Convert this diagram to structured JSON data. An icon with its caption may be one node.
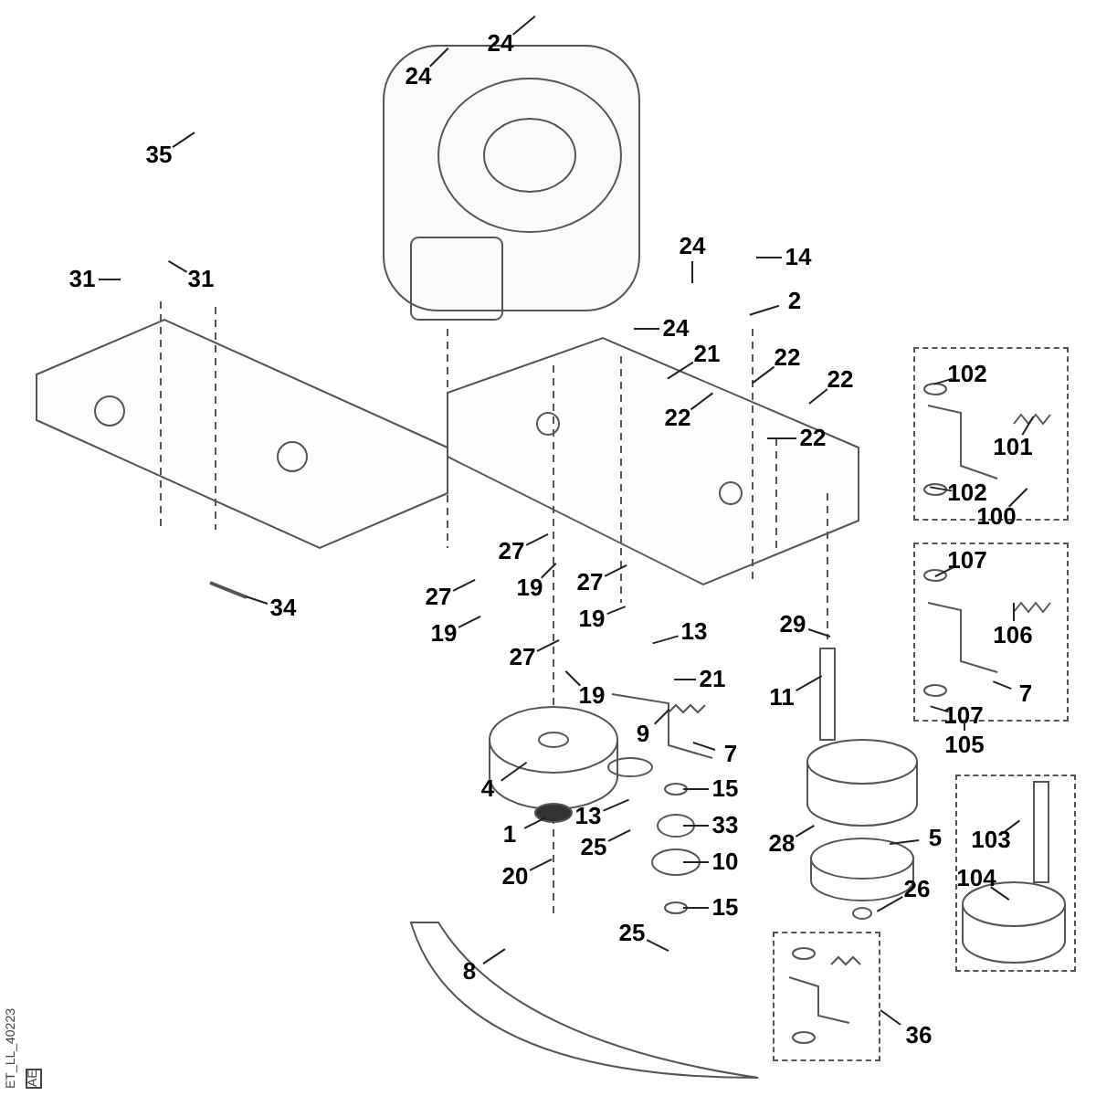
{
  "diagram": {
    "nodes": [
      {
        "text": [
          "24"
        ]
      },
      {
        "text": [
          "24"
        ]
      },
      {
        "text": [
          "35"
        ]
      },
      {
        "text": [
          "24"
        ]
      },
      {
        "text": [
          "14"
        ]
      },
      {
        "text": [
          "31"
        ]
      },
      {
        "text": [
          "31"
        ]
      },
      {
        "text": [
          "2"
        ]
      },
      {
        "text": [
          "24"
        ]
      },
      {
        "text": [
          "21"
        ]
      },
      {
        "text": [
          "22"
        ]
      },
      {
        "text": [
          "22"
        ]
      },
      {
        "text": [
          "22"
        ]
      },
      {
        "text": [
          "22"
        ]
      },
      {
        "text": [],
        "shape": "box"
      },
      {
        "text": [
          "102"
        ],
        "in": 14
      },
      {
        "text": [
          "101"
        ],
        "in": 14
      },
      {
        "text": [
          "102"
        ],
        "in": 14
      },
      {
        "text": [
          "100"
        ],
        "in": 14
      },
      {
        "text": [],
        "shape": "box"
      },
      {
        "text": [
          "107"
        ],
        "in": 19
      },
      {
        "text": [
          "106"
        ],
        "in": 19
      },
      {
        "text": [
          "7"
        ],
        "in": 19
      },
      {
        "text": [
          "107"
        ],
        "in": 19
      },
      {
        "text": [
          "105"
        ]
      },
      {
        "text": [
          "27"
        ]
      },
      {
        "text": [
          "19"
        ]
      },
      {
        "text": [
          "27"
        ]
      },
      {
        "text": [
          "19"
        ]
      },
      {
        "text": [
          "27"
        ]
      },
      {
        "text": [
          "19"
        ]
      },
      {
        "text": [
          "34"
        ]
      },
      {
        "text": [
          "29"
        ]
      },
      {
        "text": [
          "13"
        ]
      },
      {
        "text": [
          "27"
        ]
      },
      {
        "text": [
          "19"
        ]
      },
      {
        "text": [
          "21"
        ]
      },
      {
        "text": [
          "11"
        ]
      },
      {
        "text": [
          "9"
        ]
      },
      {
        "text": [
          "4"
        ]
      },
      {
        "text": [
          "7"
        ]
      },
      {
        "text": [
          "13"
        ]
      },
      {
        "text": [
          "15"
        ]
      },
      {
        "text": [
          "1"
        ]
      },
      {
        "text": [
          "25"
        ]
      },
      {
        "text": [
          "33"
        ]
      },
      {
        "text": [
          "20"
        ]
      },
      {
        "text": [
          "10"
        ]
      },
      {
        "text": [
          "28"
        ]
      },
      {
        "text": [
          "5"
        ]
      },
      {
        "text": [
          "15"
        ]
      },
      {
        "text": [
          "26"
        ]
      },
      {
        "text": [],
        "shape": "box"
      },
      {
        "text": [
          "103"
        ],
        "in": 52
      },
      {
        "text": [
          "104"
        ],
        "in": 52
      },
      {
        "text": [
          "25"
        ]
      },
      {
        "text": [
          "8"
        ]
      },
      {
        "text": [],
        "shape": "box"
      },
      {
        "text": [
          "36"
        ]
      }
    ],
    "edges": [
      {
        "from": 0,
        "to": null,
        "arrow": "none"
      },
      {
        "from": 1,
        "to": null,
        "arrow": "none"
      },
      {
        "from": 2,
        "to": null,
        "arrow": "none"
      },
      {
        "from": 3,
        "to": null,
        "arrow": "none"
      },
      {
        "from": 4,
        "to": null,
        "arrow": "none"
      },
      {
        "from": 5,
        "to": null,
        "arrow": "none"
      },
      {
        "from": 6,
        "to": null,
        "arrow": "none"
      },
      {
        "from": 7,
        "to": null,
        "arrow": "none"
      },
      {
        "from": 8,
        "to": null,
        "arrow": "none"
      },
      {
        "from": 9,
        "to": null,
        "arrow": "none"
      },
      {
        "from": 10,
        "to": null,
        "arrow": "none"
      },
      {
        "from": 11,
        "to": null,
        "arrow": "none"
      },
      {
        "from": 12,
        "to": null,
        "arrow": "none"
      },
      {
        "from": 13,
        "to": null,
        "arrow": "none"
      },
      {
        "from": 15,
        "to": null,
        "arrow": "none"
      },
      {
        "from": 16,
        "to": null,
        "arrow": "none"
      },
      {
        "from": 17,
        "to": null,
        "arrow": "none"
      },
      {
        "from": 18,
        "to": null,
        "arrow": "none"
      },
      {
        "from": 20,
        "to": null,
        "arrow": "none"
      },
      {
        "from": 21,
        "to": null,
        "arrow": "none"
      },
      {
        "from": 22,
        "to": null,
        "arrow": "none"
      },
      {
        "from": 23,
        "to": null,
        "arrow": "none"
      },
      {
        "from": 24,
        "to": 19,
        "arrow": "none"
      },
      {
        "from": 25,
        "to": null,
        "arrow": "none"
      },
      {
        "from": 26,
        "to": null,
        "arrow": "none"
      },
      {
        "from": 27,
        "to": null,
        "arrow": "none"
      },
      {
        "from": 28,
        "to": null,
        "arrow": "none"
      },
      {
        "from": 29,
        "to": null,
        "arrow": "none"
      },
      {
        "from": 30,
        "to": null,
        "arrow": "none"
      },
      {
        "from": 31,
        "to": null,
        "arrow": "none"
      },
      {
        "from": 32,
        "to": null,
        "arrow": "none"
      },
      {
        "from": 33,
        "to": null,
        "arrow": "none"
      },
      {
        "from": 34,
        "to": null,
        "arrow": "none"
      },
      {
        "from": 35,
        "to": null,
        "arrow": "none"
      },
      {
        "from": 36,
        "to": null,
        "arrow": "none"
      },
      {
        "from": 37,
        "to": null,
        "arrow": "none"
      },
      {
        "from": 38,
        "to": null,
        "arrow": "none"
      },
      {
        "from": 39,
        "to": null,
        "arrow": "none"
      },
      {
        "from": 40,
        "to": null,
        "arrow": "none"
      },
      {
        "from": 41,
        "to": null,
        "arrow": "none"
      },
      {
        "from": 42,
        "to": null,
        "arrow": "none"
      },
      {
        "from": 43,
        "to": null,
        "arrow": "none"
      },
      {
        "from": 44,
        "to": null,
        "arrow": "none"
      },
      {
        "from": 45,
        "to": null,
        "arrow": "none"
      },
      {
        "from": 46,
        "to": null,
        "arrow": "none"
      },
      {
        "from": 47,
        "to": null,
        "arrow": "none"
      },
      {
        "from": 48,
        "to": null,
        "arrow": "none"
      },
      {
        "from": 49,
        "to": null,
        "arrow": "none"
      },
      {
        "from": 50,
        "to": null,
        "arrow": "none"
      },
      {
        "from": 51,
        "to": null,
        "arrow": "none"
      },
      {
        "from": 53,
        "to": null,
        "arrow": "none"
      },
      {
        "from": 54,
        "to": null,
        "arrow": "none"
      },
      {
        "from": 55,
        "to": null,
        "arrow": "none"
      },
      {
        "from": 56,
        "to": null,
        "arrow": "none"
      },
      {
        "from": 58,
        "to": 57,
        "arrow": "none"
      }
    ],
    "labels": [
      "ET_LL_40223",
      "AE"
    ]
  }
}
